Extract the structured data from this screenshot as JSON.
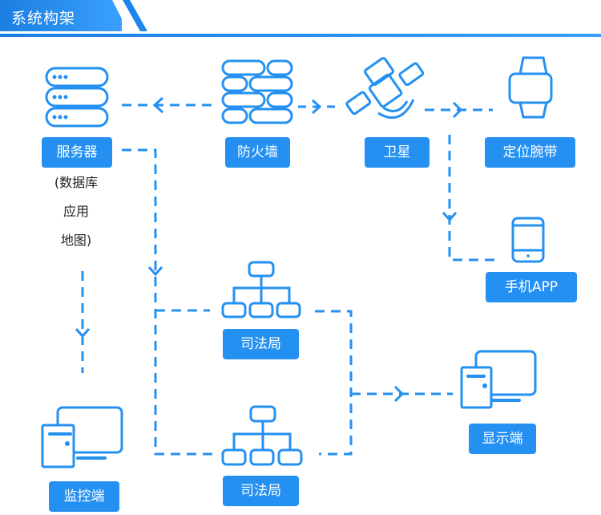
{
  "header": {
    "title": "系统构架",
    "accent_color": "#2490f2"
  },
  "nodes": {
    "server": {
      "label": "服务器",
      "icon": "server-icon",
      "note_lines": [
        "(数据库",
        "应用",
        "地图)"
      ]
    },
    "firewall": {
      "label": "防火墙",
      "icon": "firewall-icon"
    },
    "satellite": {
      "label": "卫星",
      "icon": "satellite-icon"
    },
    "wristband": {
      "label": "定位腕带",
      "icon": "smartwatch-icon"
    },
    "mobile_app": {
      "label": "手机APP",
      "icon": "tablet-icon"
    },
    "judiciary_1": {
      "label": "司法局",
      "icon": "org-chart-icon"
    },
    "judiciary_2": {
      "label": "司法局",
      "icon": "org-chart-icon"
    },
    "display": {
      "label": "显示端",
      "icon": "desktop-computer-icon"
    },
    "monitor": {
      "label": "监控端",
      "icon": "desktop-computer-icon"
    }
  },
  "edges": [
    {
      "from": "firewall",
      "to": "server"
    },
    {
      "from": "firewall",
      "to": "satellite"
    },
    {
      "from": "satellite",
      "to": "wristband"
    },
    {
      "from": "satellite",
      "to": "mobile_app"
    },
    {
      "from": "server",
      "to": "judiciary_1"
    },
    {
      "from": "server",
      "to": "judiciary_2"
    },
    {
      "from": "server",
      "to": "monitor"
    },
    {
      "from": "judiciary_1",
      "to": "display"
    },
    {
      "from": "judiciary_2",
      "to": "display"
    }
  ]
}
